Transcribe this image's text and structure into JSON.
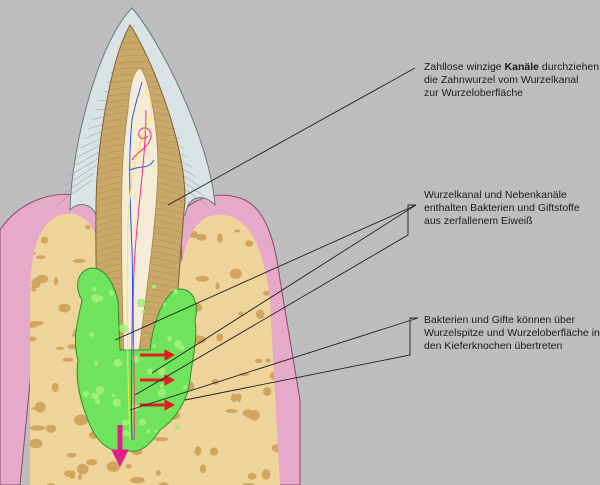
{
  "annotations": [
    {
      "id": "canals",
      "lines": [
        {
          "before": "Zahllose winzige ",
          "bold": "Kanäle",
          "after": " durchziehen"
        },
        {
          "text": "die Zahnwurzel vom Wurzelkanal"
        },
        {
          "text": "zur Wurzeloberfläche"
        }
      ]
    },
    {
      "id": "root-canal",
      "lines": [
        {
          "text": "Wurzelkanal und Nebenkanäle"
        },
        {
          "text": "enthalten Bakterien und Giftstoffe"
        },
        {
          "text": "aus zerfallenem Eiweiß"
        }
      ]
    },
    {
      "id": "bacteria",
      "lines": [
        {
          "text": "Bakterien und Gifte können über"
        },
        {
          "text": "Wurzelspitze und Wurzeloberfläche in"
        },
        {
          "text": "den Kieferknochen übertreten"
        }
      ]
    }
  ],
  "colors": {
    "background": "#bdbdbd",
    "enamel": "#d9e2e4",
    "dentin": "#c9a86a",
    "pulp": "#f4ecd6",
    "gum": "#e7a9c9",
    "bone": "#eed39b",
    "bone_pores": "#c7964a",
    "infection": "#6fe35c",
    "arrows_red": "#e02020",
    "arrow_magenta": "#e0208a",
    "leader_lines": "#222222"
  }
}
